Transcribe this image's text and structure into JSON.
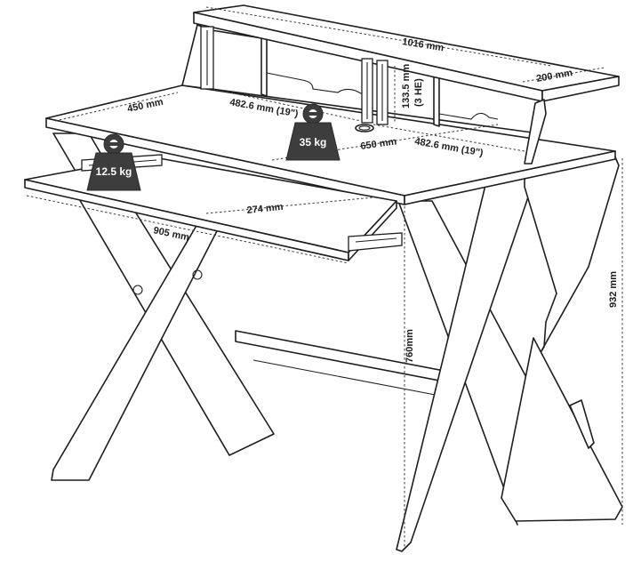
{
  "dimensions": {
    "top_width": "1016 mm",
    "shelf_depth": "200 mm",
    "desk_depth": "450 mm",
    "rack_width_left": "482.6 mm (19\")",
    "rack_height": "133.5 mm",
    "rack_units": "(3 HE)",
    "desk_inner_width": "650 mm",
    "rack_width_right": "482.6 mm (19\")",
    "keyboard_depth": "274 mm",
    "keyboard_width": "905 mm",
    "total_height": "932 mm",
    "desk_height": "760mm"
  },
  "weights": {
    "desk_load": "35 kg",
    "tray_load": "12.5 kg"
  },
  "colors": {
    "line": "#1e1e1e",
    "weight_fill": "#3d3d3d",
    "weight_text": "#ffffff",
    "background": "#ffffff"
  },
  "icons": [
    "weight-icon",
    "cable-grommet-icon"
  ]
}
